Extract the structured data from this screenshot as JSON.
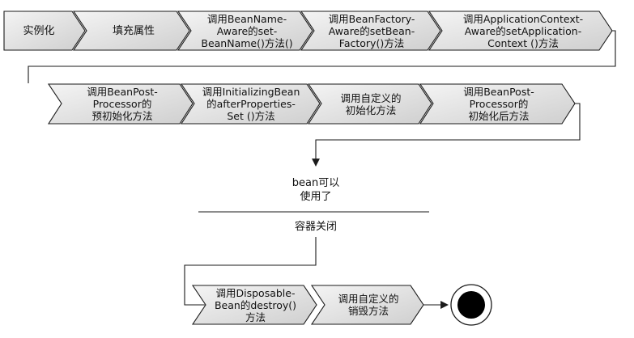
{
  "steps": {
    "instantiate": "实例化",
    "populate": "填充属性",
    "bean_name_aware": "调用BeanName-\nAware的set-\nBeanName()方法()",
    "bean_factory_aware": "调用BeanFactory-\nAware的setBean-\nFactory()方法",
    "app_context_aware": "调用ApplicationContext-\nAware的setApplication-\nContext ()方法",
    "pre_init": "调用BeanPost-\nProcessor的\n预初始化方法",
    "after_properties_set": "调用InitializingBean\n的afterProperties-\nSet ()方法",
    "custom_init": "调用自定义的\n初始化方法",
    "post_init": "调用BeanPost-\nProcessor的\n初始化后方法",
    "disposable_destroy": "调用Disposable-\nBean的destroy()\n方法",
    "custom_destroy": "调用自定义的\n销毁方法"
  },
  "notes": {
    "bean_ready": "bean可以\n使用了",
    "container_close": "容器关闭"
  },
  "colors": {
    "fill_light": "#f4f4f4",
    "fill_dark": "#cfcfcf",
    "stroke": "#1a1a1a",
    "end_node": "#000000"
  }
}
